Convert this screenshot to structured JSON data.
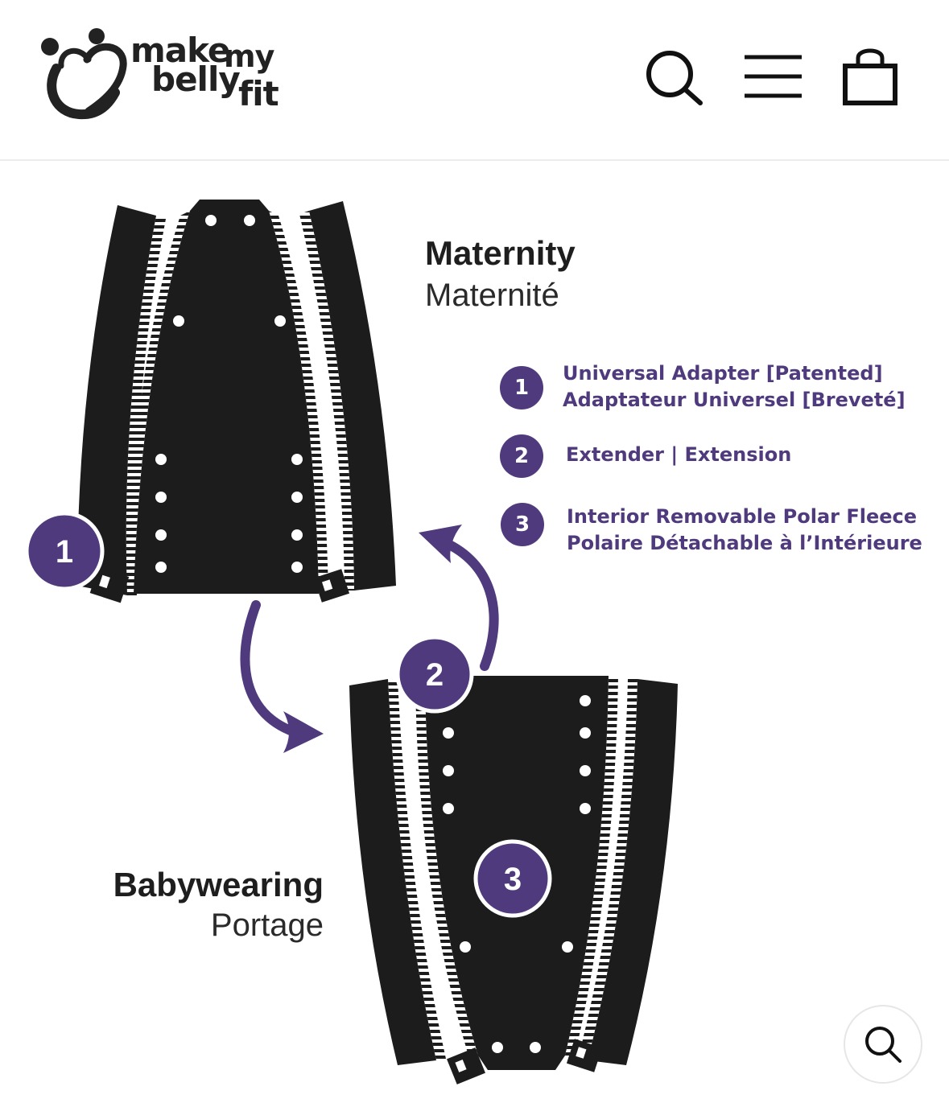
{
  "header": {
    "logo_words": [
      "make",
      "my",
      "belly",
      "fit"
    ],
    "icons": {
      "search": "search-icon",
      "menu": "menu-icon",
      "cart": "cart-icon"
    }
  },
  "diagram": {
    "maternity": {
      "title": "Maternity",
      "subtitle": "Maternité"
    },
    "babywearing": {
      "title": "Babywearing",
      "subtitle": "Portage"
    },
    "badges": [
      "1",
      "2",
      "3"
    ],
    "legend": [
      {
        "num": "1",
        "line1": "Universal Adapter [Patented]",
        "line2": "Adaptateur Universel [Breveté]"
      },
      {
        "num": "2",
        "line1": "Extender | Extension",
        "line2": ""
      },
      {
        "num": "3",
        "line1": "Interior Removable Polar Fleece",
        "line2": "Polaire Détachable à l’Intérieure"
      }
    ]
  },
  "zoom_button": {
    "icon": "magnifier-icon"
  },
  "colors": {
    "accent": "#4f3a7d",
    "panel": "#1c1c1c",
    "text": "#1e1e1e"
  }
}
